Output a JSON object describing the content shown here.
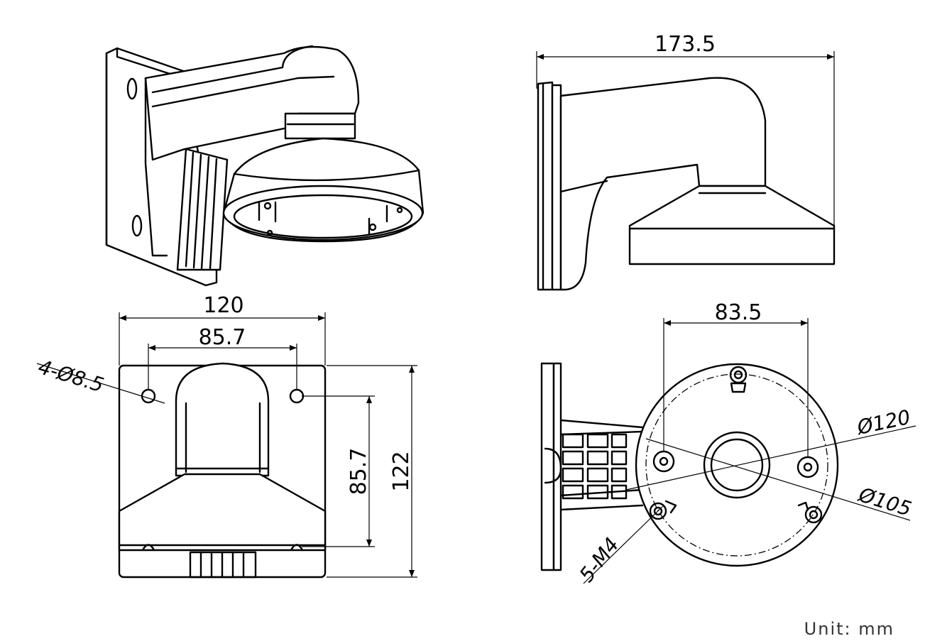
{
  "dimensions": {
    "width_total": "120",
    "hole_spacing_h": "85.7",
    "hole_spec": "4-Ø8.5",
    "hole_spacing_v": "85.7",
    "height_total": "122",
    "depth": "173.5",
    "base_hole_spacing": "83.5",
    "outer_diameter": "Ø120",
    "bolt_circle": "Ø105",
    "screws": "5-M4"
  },
  "unit_label": "Unit:  mm"
}
